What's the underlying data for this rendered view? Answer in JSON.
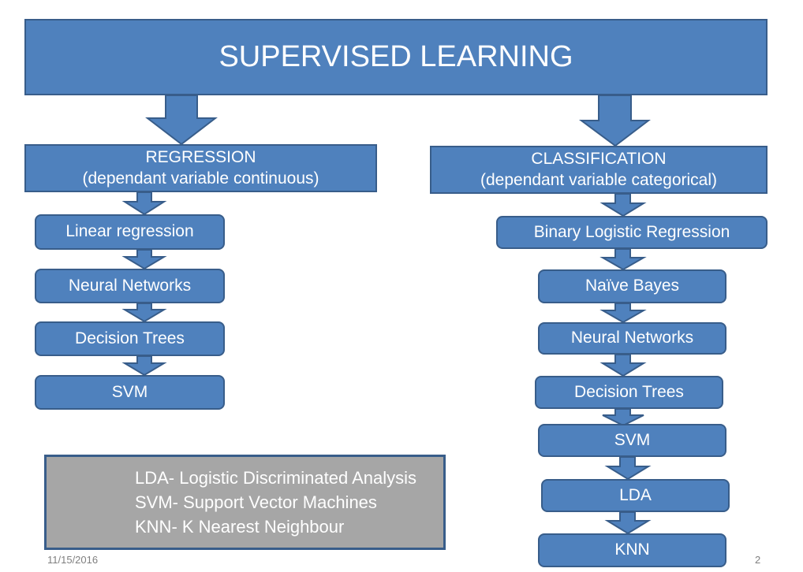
{
  "title": "SUPERVISED LEARNING",
  "regression": {
    "title": "REGRESSION",
    "subtitle": "(dependant variable continuous)",
    "items": [
      "Linear regression",
      "Neural Networks",
      "Decision Trees",
      "SVM"
    ]
  },
  "classification": {
    "title": "CLASSIFICATION",
    "subtitle": "(dependant variable  categorical)",
    "items": [
      "Binary Logistic Regression",
      "Naïve Bayes",
      "Neural Networks",
      "Decision Trees",
      "SVM",
      "LDA",
      "KNN"
    ]
  },
  "legend": [
    "LDA- Logistic Discriminated Analysis",
    "SVM- Support Vector Machines",
    "KNN- K Nearest Neighbour"
  ],
  "footer": {
    "date": "11/15/2016",
    "page": "2"
  },
  "colors": {
    "box_fill": "#4f81bd",
    "box_border": "#385d8a",
    "legend_fill": "#a6a6a6"
  }
}
